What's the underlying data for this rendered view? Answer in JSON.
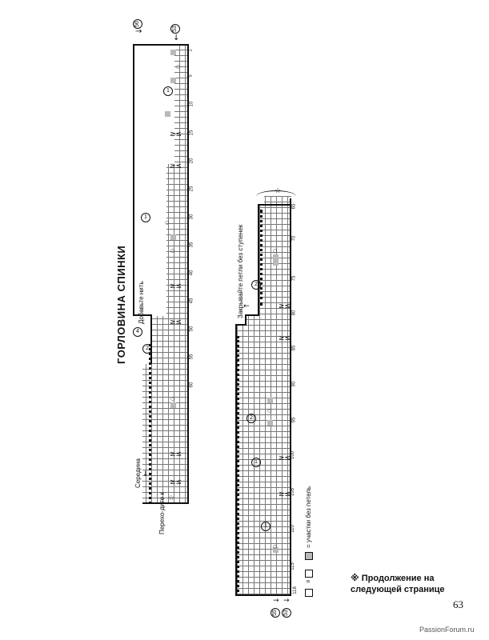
{
  "title": "ГОРЛОВИНА СПИНКИ",
  "labels": {
    "add_yarn": "Добавьте нить",
    "middle": "Середина",
    "go_to": "Перехо-дите к",
    "close_loops": "Закрывайте петли без ступенек",
    "no_loops_zone": "= участки без петель"
  },
  "markers": {
    "star": "☆",
    "arrow_up": "↑",
    "arrow_right": "→",
    "arrow_left": "←",
    "arrow_down": "↓",
    "circle_1": "1",
    "circle_2": "2",
    "circle_4": "4",
    "circle_50": "50",
    "circle_53": "53",
    "circle_55": "55",
    "circle_56": "56"
  },
  "upper_chart": {
    "row_numbers": [
      "1",
      "5",
      "10",
      "15",
      "20",
      "25",
      "30",
      "35",
      "40",
      "45",
      "50",
      "55",
      "60"
    ]
  },
  "lower_chart": {
    "row_numbers": [
      "65",
      "70",
      "75",
      "80",
      "85",
      "90",
      "95",
      "100",
      "105",
      "110",
      "115",
      "118"
    ]
  },
  "legend": {
    "blank_symbol": "□",
    "equals": "=",
    "purl_symbol": "—"
  },
  "continuation_note": "※ Продолжение на следующей странице",
  "page_number": "63",
  "watermark": "PassionForum.ru",
  "colors": {
    "grid_line": "#777777",
    "no_loop_fill": "#b9b9b9",
    "text": "#111111"
  }
}
